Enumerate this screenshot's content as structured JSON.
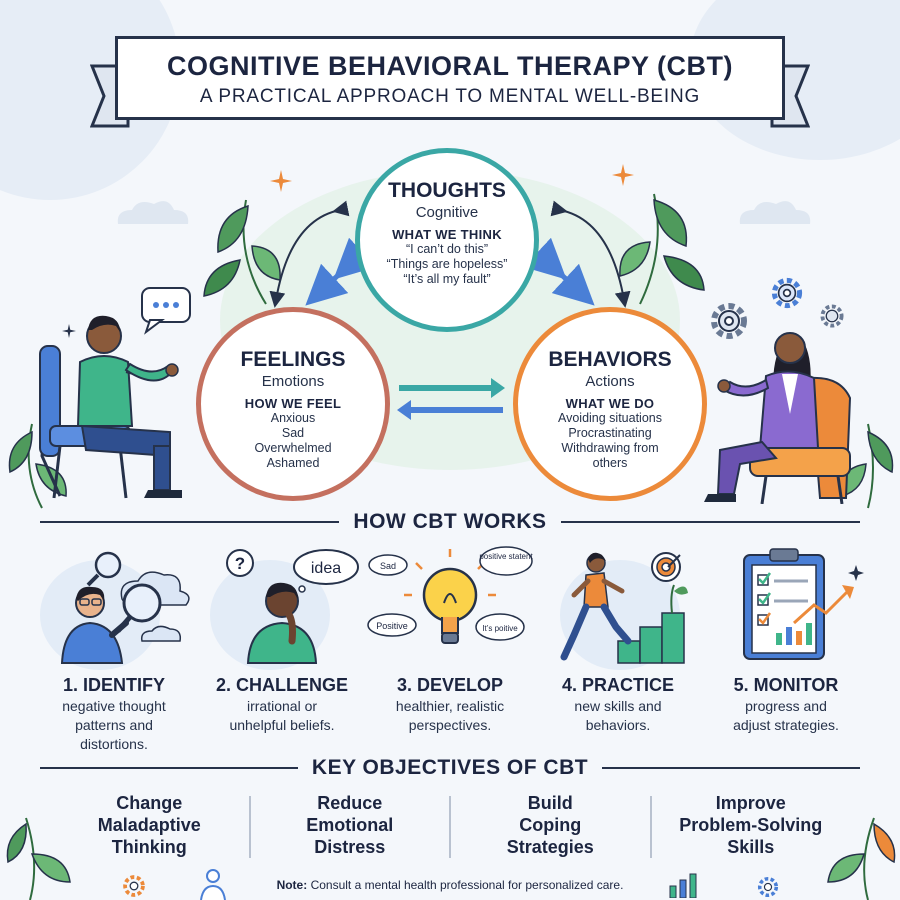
{
  "banner": {
    "title": "COGNITIVE BEHAVIORAL THERAPY (CBT)",
    "subtitle": "A PRACTICAL APPROACH TO MENTAL WELL-BEING"
  },
  "triangle": {
    "thoughts": {
      "heading": "THOUGHTS",
      "sub": "Cognitive",
      "what": "WHAT WE THINK",
      "items": [
        "“I can’t do this”",
        "“Things are hopeless”",
        "“It’s all my fault”"
      ]
    },
    "feelings": {
      "heading": "FEELINGS",
      "sub": "Emotions",
      "what": "HOW WE FEEL",
      "items": [
        "Anxious",
        "Sad",
        "Overwhelmed",
        "Ashamed"
      ]
    },
    "behaviors": {
      "heading": "BEHAVIORS",
      "sub": "Actions",
      "what": "WHAT WE DO",
      "items": [
        "Avoiding situations",
        "Procrastinating",
        "Withdrawing from",
        "others"
      ]
    }
  },
  "how": {
    "heading": "HOW CBT WORKS",
    "steps": [
      {
        "title": "1. IDENTIFY",
        "desc": [
          "negative thought",
          "patterns and",
          "distortions."
        ]
      },
      {
        "title": "2. CHALLENGE",
        "desc": [
          "irrational or",
          "unhelpful beliefs."
        ]
      },
      {
        "title": "3. DEVELOP",
        "desc": [
          "healthier, realistic",
          "perspectives."
        ]
      },
      {
        "title": "4. PRACTICE",
        "desc": [
          "new skills and",
          "behaviors."
        ]
      },
      {
        "title": "5. MONITOR",
        "desc": [
          "progress and",
          "adjust strategies."
        ]
      }
    ],
    "bubbles": {
      "question": "?",
      "idea": "idea",
      "sad": "Sad",
      "positive_statement": "positive statent",
      "positive": "Positive",
      "its_positive": "It’s poitive"
    }
  },
  "objectives": {
    "heading": "KEY OBJECTIVES OF CBT",
    "items": [
      [
        "Change",
        "Maladaptive",
        "Thinking"
      ],
      [
        "Reduce",
        "Emotional",
        "Distress"
      ],
      [
        "Build",
        "Coping",
        "Strategies"
      ],
      [
        "Improve",
        "Problem-Solving",
        "Skills"
      ]
    ]
  },
  "note": {
    "label": "Note:",
    "text": " Consult a mental health professional for personalized care."
  },
  "colors": {
    "navy": "#1c2540",
    "teal": "#3aa7a5",
    "coral": "#c4705f",
    "orange": "#ec8a3a",
    "leaf": "#4f9a5c",
    "blue": "#4a7fd6"
  },
  "icons": [
    "speech-bubble-icon",
    "gear-icon",
    "sparkle-icon",
    "magnifier-icon",
    "lightbulb-icon",
    "target-icon",
    "clipboard-checklist-icon",
    "bar-chart-icon",
    "leaf-icon",
    "person-icon"
  ]
}
